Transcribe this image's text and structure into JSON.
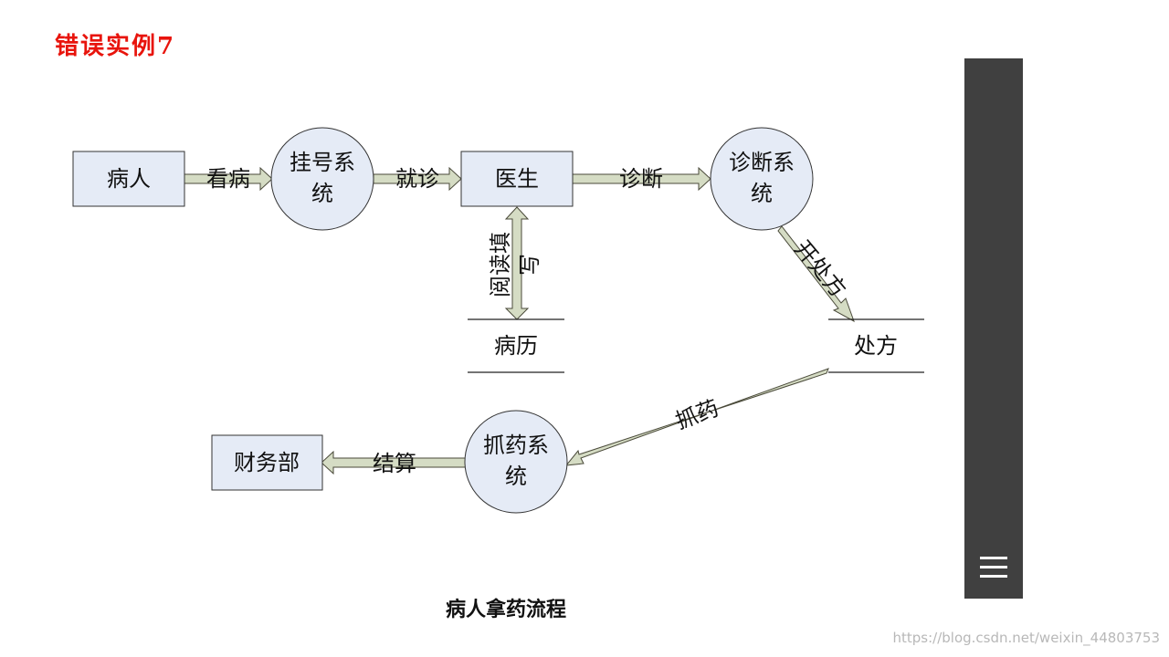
{
  "slide": {
    "title": "错误实例7",
    "caption": "病人拿药流程"
  },
  "watermark": "https://blog.csdn.net/weixin_44803753",
  "colors": {
    "entity_fill": "#e5ebf6",
    "process_fill": "#e5ebf6",
    "arrow_fill": "#d5dcc4",
    "arrow_stroke": "#4a4a3a",
    "title": "#e8140c",
    "panel": "#404040"
  },
  "diagram": {
    "entities": {
      "patient": "病人",
      "doctor": "医生",
      "finance": "财务部"
    },
    "processes": {
      "registration": [
        "挂号系",
        "统"
      ],
      "diagnosis": [
        "诊断系",
        "统"
      ],
      "dispensing": [
        "抓药系",
        "统"
      ]
    },
    "stores": {
      "medical_record": "病历",
      "prescription": "处方"
    },
    "flows": {
      "see_doctor": "看病",
      "consult": "就诊",
      "diagnose": "诊断",
      "read_write": [
        "阅读填",
        "写"
      ],
      "prescribe": "开处方",
      "fetch_medicine": "抓药",
      "settle": "结算"
    }
  },
  "side_panel": {
    "menu_icon": "hamburger-menu-icon"
  }
}
